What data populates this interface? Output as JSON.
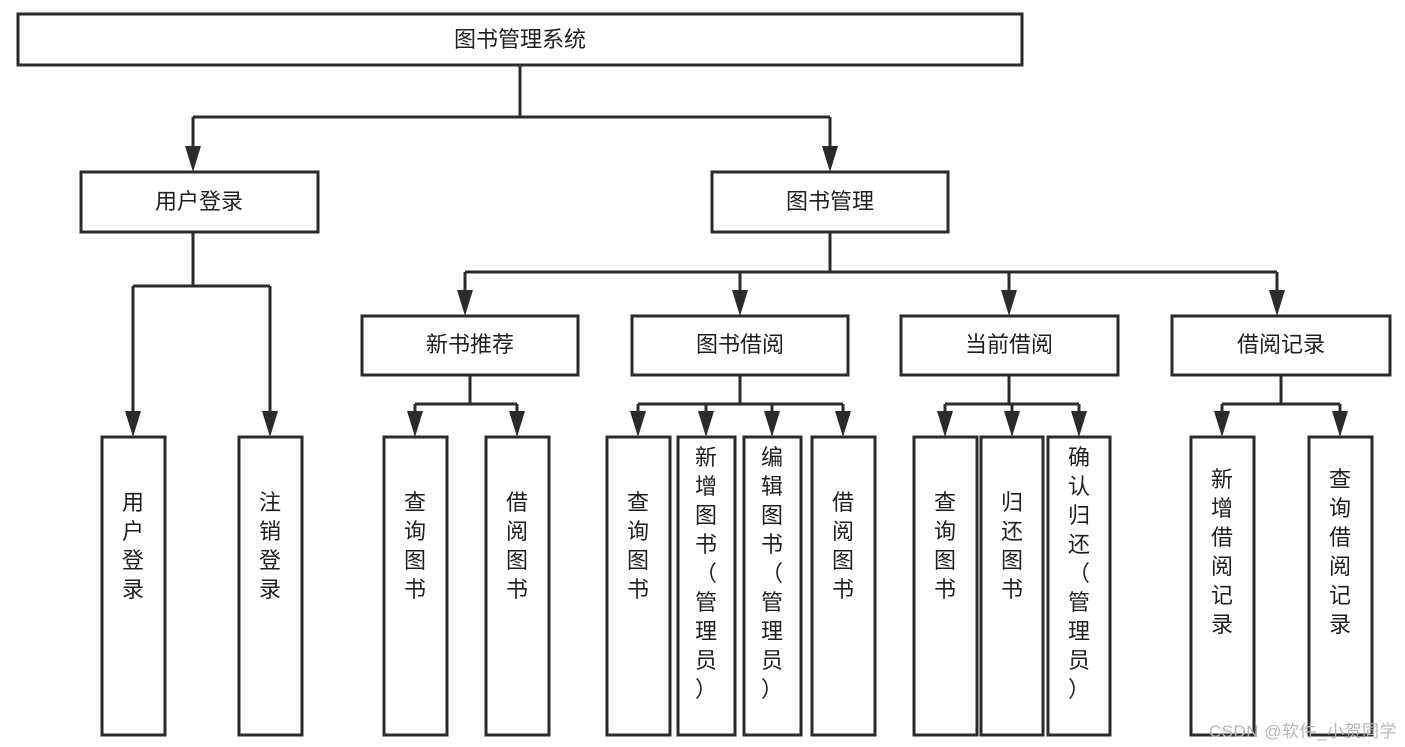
{
  "diagram": {
    "title": "图书管理系统",
    "type": "tree-hierarchy-diagram",
    "watermark": "CSDN @软件_小贺同学",
    "colors": {
      "stroke": "#2b2b2b",
      "fill": "#ffffff",
      "text": "#1f1f1f",
      "watermark": "#b6b6b6"
    },
    "levels": {
      "root": {
        "label": "图书管理系统"
      },
      "level2": [
        {
          "label": "用户登录"
        },
        {
          "label": "图书管理"
        }
      ],
      "level3": [
        {
          "label": "新书推荐"
        },
        {
          "label": "图书借阅"
        },
        {
          "label": "当前借阅"
        },
        {
          "label": "借阅记录"
        }
      ],
      "leaves": {
        "user_login": [
          {
            "label": "用户登录"
          },
          {
            "label": "注销登录"
          }
        ],
        "new_book_recommend": [
          {
            "label": "查询图书"
          },
          {
            "label": "借阅图书"
          }
        ],
        "book_borrow": [
          {
            "label": "查询图书"
          },
          {
            "label": "新增图书（管理员）"
          },
          {
            "label": "编辑图书（管理员）"
          },
          {
            "label": "借阅图书"
          }
        ],
        "current_borrow": [
          {
            "label": "查询图书"
          },
          {
            "label": "归还图书"
          },
          {
            "label": "确认归还（管理员）"
          }
        ],
        "borrow_record": [
          {
            "label": "新增借阅记录"
          },
          {
            "label": "查询借阅记录"
          }
        ]
      }
    }
  }
}
